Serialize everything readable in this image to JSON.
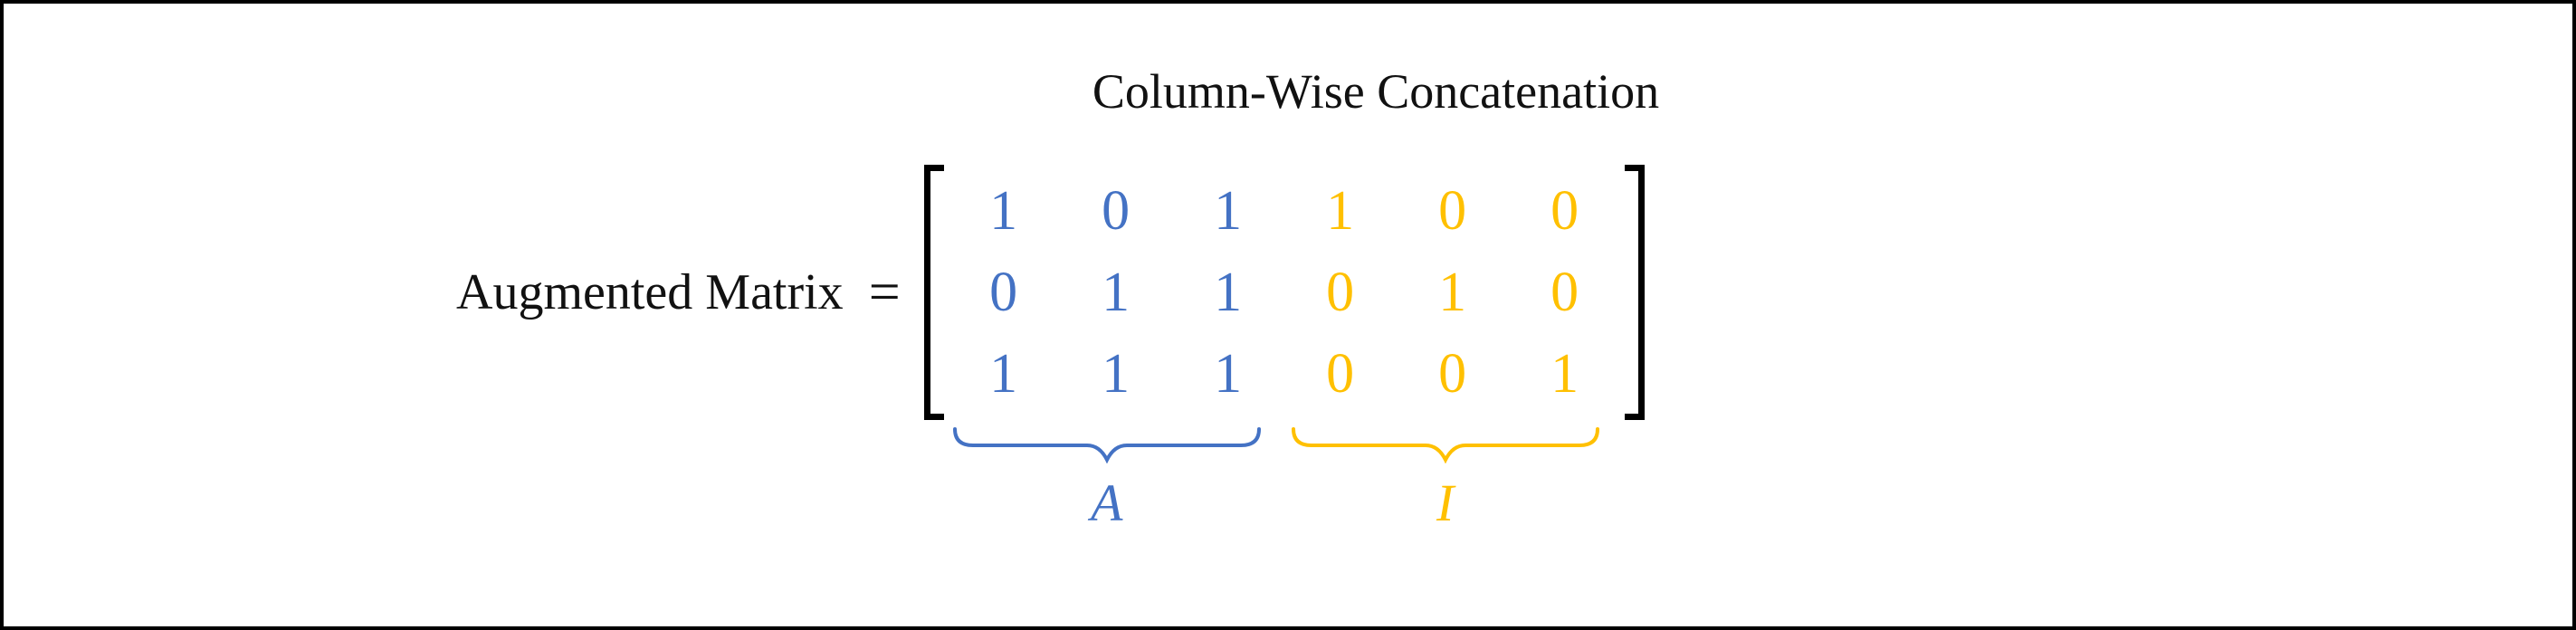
{
  "title": "Column-Wise Concatenation",
  "equation": {
    "label": "Augmented Matrix",
    "equals": "="
  },
  "matrix": {
    "rows": [
      [
        "1",
        "0",
        "1",
        "1",
        "0",
        "0"
      ],
      [
        "0",
        "1",
        "1",
        "0",
        "1",
        "0"
      ],
      [
        "1",
        "1",
        "1",
        "0",
        "0",
        "1"
      ]
    ]
  },
  "blocks": {
    "a": {
      "label": "A",
      "color": "#4472C4"
    },
    "i": {
      "label": "I",
      "color": "#FFC000"
    }
  },
  "colors": {
    "background": "#FFFFFF",
    "border": "#000000",
    "text": "#111111",
    "bracket": "#000000"
  }
}
